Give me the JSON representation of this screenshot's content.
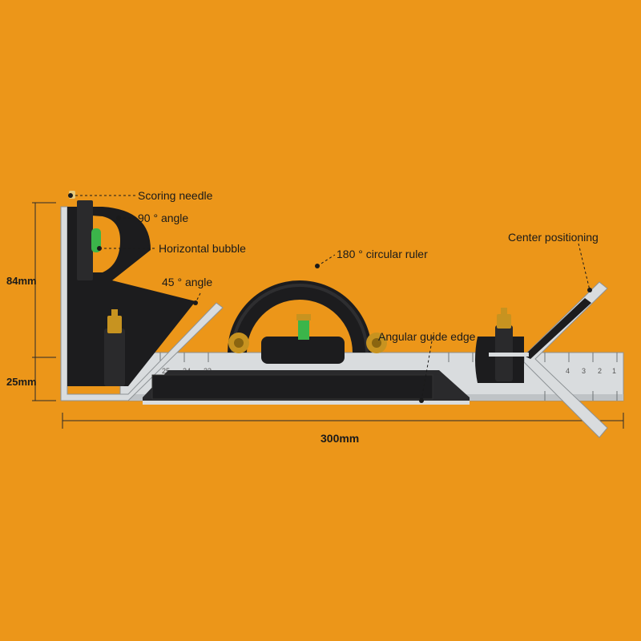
{
  "colors": {
    "background": "#ec9619",
    "steel": "#d9dcde",
    "steel_dark": "#9ea3a6",
    "body": "#1c1c1e",
    "brass": "#c79320",
    "bubble": "#3bb54a",
    "line": "#1a1a1a"
  },
  "callouts": {
    "scoring_needle": "Scoring needle",
    "angle_90": "90 ° angle",
    "horizontal_bubble": "Horizontal bubble",
    "angle_45": "45 ° angle",
    "circular_ruler": "180 ° circular ruler",
    "center_positioning": "Center positioning",
    "angular_guide_edge": "Angular guide edge"
  },
  "dimensions": {
    "height_upper": "84mm",
    "height_lower": "25mm",
    "length": "300mm"
  },
  "ruler": {
    "left_numbers": [
      "25",
      "24",
      "23"
    ],
    "right_numbers": [
      "4",
      "3",
      "2",
      "1"
    ]
  }
}
